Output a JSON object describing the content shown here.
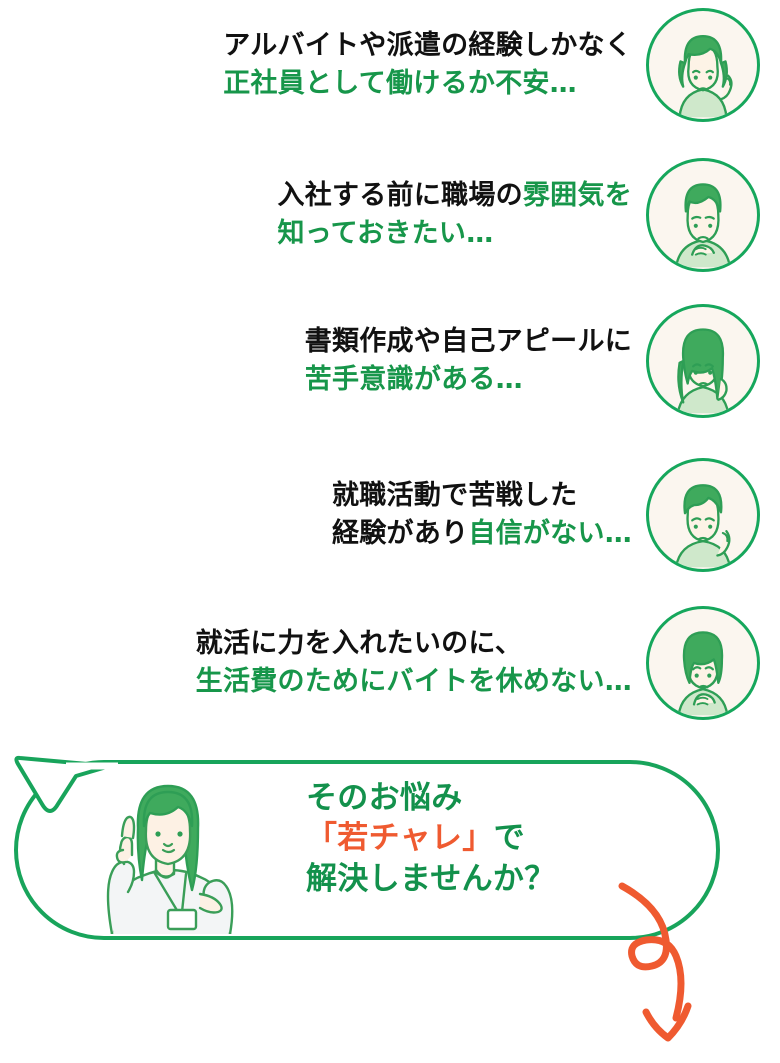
{
  "page": {
    "title": "就職の悩み／若チャレ訴求バナー",
    "background_color": "#ffffff"
  },
  "colors": {
    "green_text": "#17964a",
    "green_border": "#16a75c",
    "bubble_green": "#13914c",
    "orange": "#ef5a30",
    "black_text": "#111111",
    "avatar_face": "#fbf6ef"
  },
  "worries": [
    {
      "id": "worry-1",
      "line1": {
        "black": "アルバイトや派遣の経験しかなく",
        "green": ""
      },
      "line2": {
        "black": "",
        "green": "正社員として働けるか不安…"
      },
      "avatar": "worried-woman-bob-finger-to-temple-icon"
    },
    {
      "id": "worry-2",
      "line1": {
        "black": "入社する前に職場の",
        "green": "雰囲気を"
      },
      "line2": {
        "black": "",
        "green": "知っておきたい…"
      },
      "avatar": "thinking-man-hand-on-chin-icon"
    },
    {
      "id": "worry-3",
      "line1": {
        "black": "書類作成や自己アピールに",
        "green": ""
      },
      "line2": {
        "black": "",
        "green": "苦手意識がある…"
      },
      "avatar": "worried-woman-long-hair-hand-on-cheek-icon"
    },
    {
      "id": "worry-4",
      "line1": {
        "black": "就職活動で苦戦した",
        "green": ""
      },
      "line2": {
        "black": "経験があり",
        "green": "自信がない…"
      },
      "avatar": "worried-young-man-finger-to-cheek-icon"
    },
    {
      "id": "worry-5",
      "line1": {
        "black": "就活に力を入れたいのに、",
        "green": ""
      },
      "line2": {
        "black": "",
        "green": "生活費のためにバイトを休めない…"
      },
      "avatar": "worried-woman-hand-at-chin-icon"
    }
  ],
  "bubble": {
    "line1": {
      "green_a": "そのお悩み",
      "orange": "",
      "green_b": ""
    },
    "line2": {
      "green_a": "",
      "orange": "「若チャレ」",
      "green_b": "で"
    },
    "line3": {
      "green_a": "解決しませんか？",
      "orange": "",
      "green_b": ""
    },
    "mascot": "female-staff-pointing-up-with-id-lanyard-icon",
    "tail": "speech-bubble-tail-top-left-icon",
    "arrow": "hand-drawn-curly-down-arrow-icon"
  }
}
